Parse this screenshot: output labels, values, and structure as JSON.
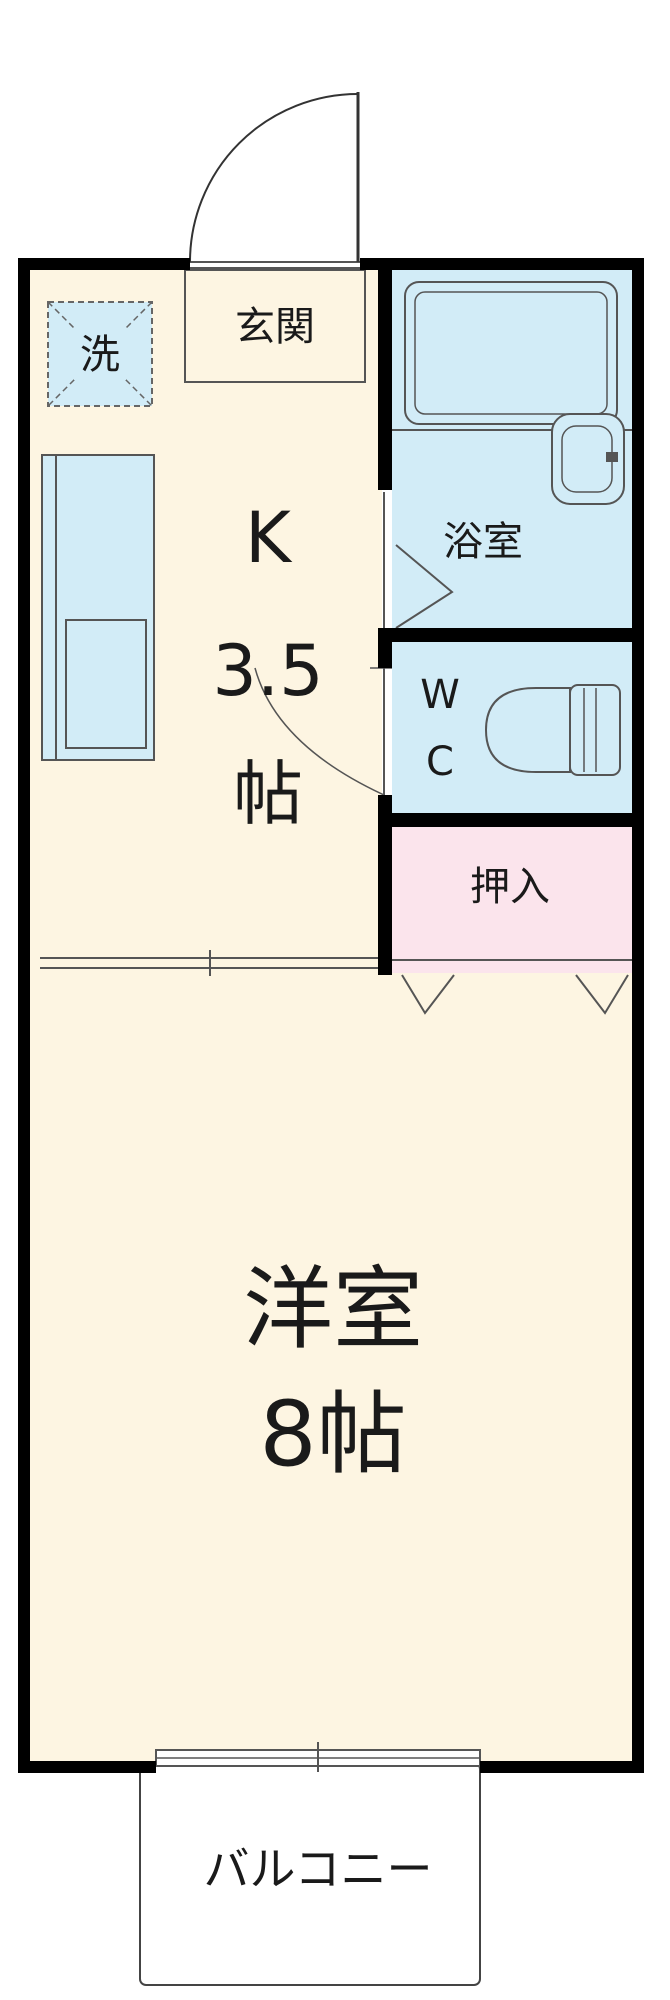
{
  "rooms": {
    "entrance": "玄関",
    "laundry": "洗",
    "kitchen_name": "K",
    "kitchen_size": "3.5",
    "kitchen_unit": "帖",
    "bath": "浴室",
    "wc_w": "W",
    "wc_c": "C",
    "closet": "押入",
    "western_name": "洋室",
    "western_size": "8帖",
    "balcony": "バルコニー"
  },
  "colors": {
    "floor": "#fdf5e2",
    "wet_area": "#d2ecf7",
    "closet": "#fbe4ec",
    "wall": "#000000"
  }
}
